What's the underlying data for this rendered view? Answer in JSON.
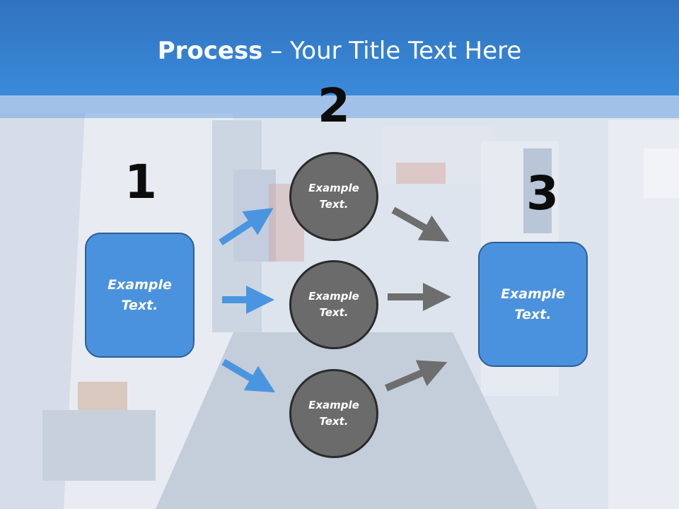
{
  "title": {
    "bold": "Process",
    "rest": " – Your Title Text Here"
  },
  "steps": [
    {
      "number": "1",
      "text": "Example\nText."
    },
    {
      "number": "2",
      "circles": [
        "Example\nText.",
        "Example\nText.",
        "Example\nText."
      ]
    },
    {
      "number": "3",
      "text": "Example\nText."
    }
  ],
  "colors": {
    "accent": "#3b8ad9",
    "box": "#4b92de",
    "circle": "#6b6b6b",
    "arrow_blue": "#4a95e0",
    "arrow_gray": "#6e6e6e"
  }
}
